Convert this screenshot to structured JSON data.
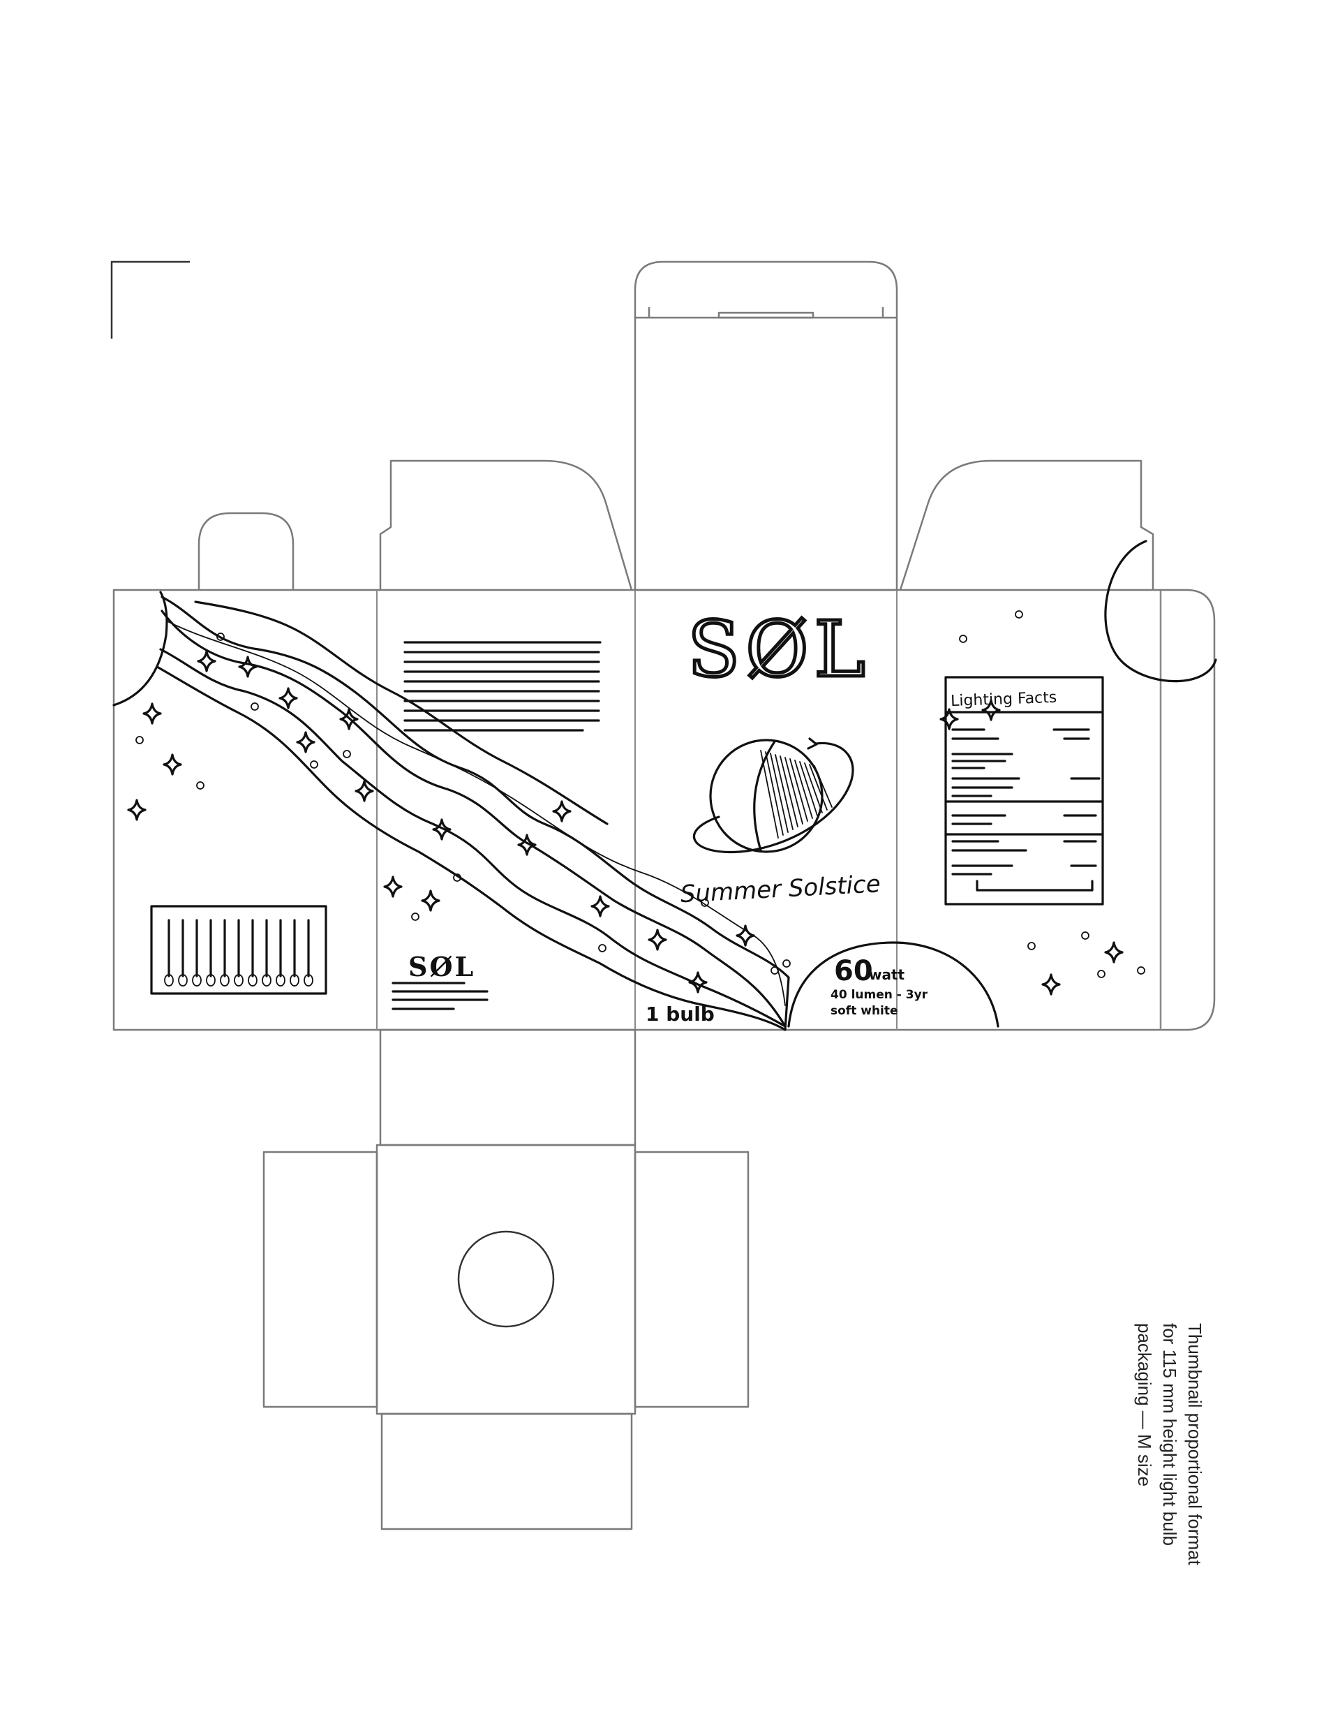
{
  "front_panel": {
    "brand": "SØL",
    "product_name": "Summer Solstice"
  },
  "side_panel": {
    "brand": "SØL",
    "count": "1 bulb"
  },
  "badge": {
    "wattage": "60",
    "unit": "watt",
    "line1": "40 lumen - 3yr",
    "line2": "soft white"
  },
  "facts_panel": {
    "title": "Lighting Facts"
  },
  "caption": {
    "line1": "Thumbnail proportional format",
    "line2": "for 115 mm height light bulb",
    "line3": "packaging — M size"
  },
  "colors": {
    "ink": "#111111",
    "dieline": "#7a7a7a"
  }
}
